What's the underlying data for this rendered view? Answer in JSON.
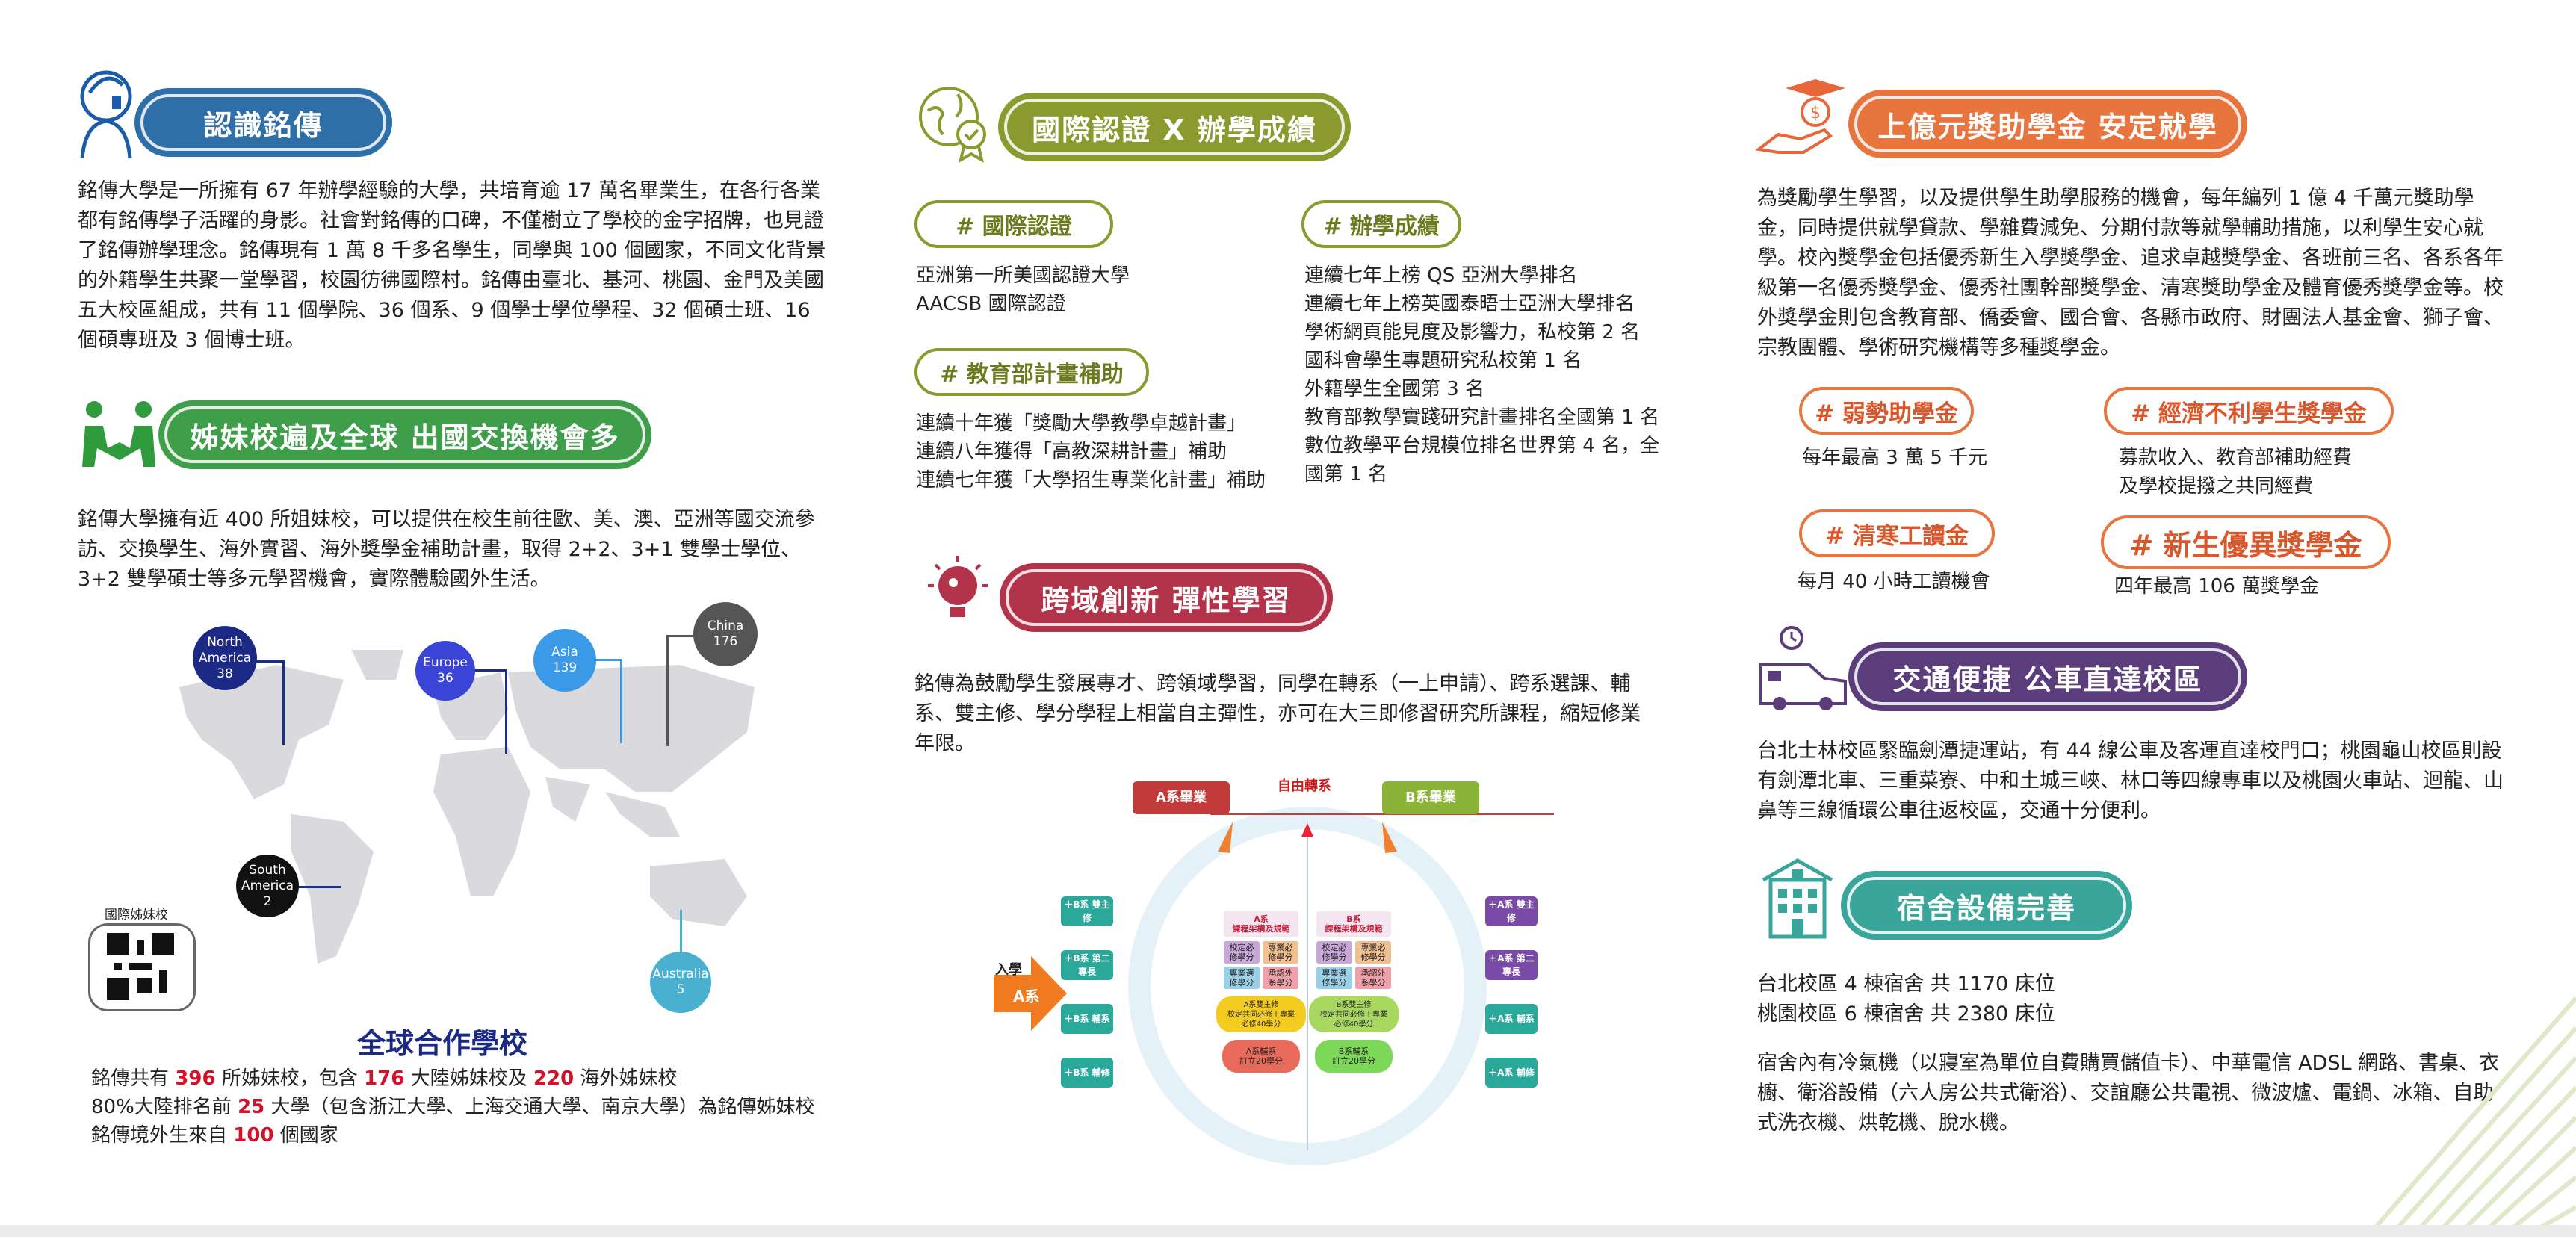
{
  "col1": {
    "about": {
      "title": "認識銘傳",
      "text": "銘傳大學是一所擁有 67 年辦學經驗的大學，共培育逾 17 萬名畢業生，在各行各業都有銘傳學子活躍的身影。社會對銘傳的口碑，不僅樹立了學校的金字招牌，也見證了銘傳辦學理念。銘傳現有 1 萬 8 千多名學生，同學與 100 個國家，不同文化背景的外籍學生共聚一堂學習，校園彷彿國際村。銘傳由臺北、基河、桃園、金門及美國五大校區組成，共有 11 個學院、36 個系、9 個學士學位學程、32 個碩士班、16 個碩專班及 3 個博士班。"
    },
    "sister": {
      "title": "姊妹校遍及全球  出國交換機會多",
      "text": "銘傳大學擁有近 400 所姐妹校，可以提供在校生前往歐、美、澳、亞洲等國交流參訪、交換學生、海外實習、海外獎學金補助計畫，取得 2+2、3+1 雙學士學位、3+2 雙學碩士等多元學習機會，實際體驗國外生活。"
    },
    "map": {
      "regions": [
        {
          "name": "North America",
          "count": "38",
          "color": "#1c2a86"
        },
        {
          "name": "Europe",
          "count": "36",
          "color": "#3a44d6"
        },
        {
          "name": "Asia",
          "count": "139",
          "color": "#3b9ae8"
        },
        {
          "name": "China",
          "count": "176",
          "color": "#555555"
        },
        {
          "name": "South America",
          "count": "2",
          "color": "#111111"
        },
        {
          "name": "Australia",
          "count": "5",
          "color": "#4ab0d0"
        }
      ],
      "qr_label": "國際姊妹校"
    },
    "partners": {
      "title": "全球合作學校",
      "line1": {
        "a": "銘傳共有 ",
        "n1": "396",
        "b": " 所姊妹校，包含 ",
        "n2": "176",
        "c": " 大陸姊妹校及 ",
        "n3": "220",
        "d": " 海外姊妹校"
      },
      "line2": {
        "a": "80%大陸排名前 ",
        "n1": "25",
        "b": " 大學（包含浙江大學、上海交通大學、南京大學）為銘傳姊妹校"
      },
      "line3": {
        "a": "銘傳境外生來自 ",
        "n1": "100",
        "b": " 個國家"
      }
    }
  },
  "col2": {
    "intl": {
      "title": "國際認證 X 辦學成績",
      "accred": {
        "tag": "# 國際認證",
        "lines": [
          "亞洲第一所美國認證大學",
          "AACSB 國際認證"
        ]
      },
      "moe": {
        "tag": "# 教育部計畫補助",
        "lines": [
          "連續十年獲「獎勵大學教學卓越計畫」",
          "連續八年獲得「高教深耕計畫」補助",
          "連續七年獲「大學招生專業化計畫」補助"
        ]
      },
      "results": {
        "tag": "# 辦學成績",
        "lines": [
          "連續七年上榜 QS 亞洲大學排名",
          "連續七年上榜英國泰晤士亞洲大學排名",
          "學術網頁能見度及影響力，私校第 2 名",
          "國科會學生專題研究私校第 1 名",
          "外籍學生全國第 3 名",
          "教育部教學實踐研究計畫排名全國第 1 名",
          "數位教學平台規模位排名世界第 4 名，全國第 1 名"
        ]
      }
    },
    "cross": {
      "title": "跨域創新  彈性學習",
      "text": "銘傳為鼓勵學生發展專才、跨領域學習，同學在轉系（一上申請）、跨系選課、輔系、雙主修、學分學程上相當自主彈性，亦可在大三即修習研究所課程，縮短修業年限。"
    },
    "diagram": {
      "a_grad": "A系畢業",
      "free": "自由轉系",
      "b_grad": "B系畢業",
      "enter": "入學",
      "a_dept": "A系",
      "a_frame": "A系\n課程架構及規範",
      "b_frame": "B系\n課程架構及規範",
      "cells": [
        "校定必\n修學分",
        "專業必\n修學分",
        "專業選\n修學分",
        "承認外\n系學分"
      ],
      "a_double": "A系雙主修\n校定共同必修＋專業\n必修40學分",
      "a_minor": "A系輔系\n訂立20學分",
      "b_double": "B系雙主修\n校定共同必修＋專業\n必修40學分",
      "b_minor": "B系輔系\n訂立20學分",
      "left": [
        "＋B系\n雙主修",
        "＋B系\n第二專長",
        "＋B系\n輔系",
        "＋B系\n輔修"
      ],
      "right": [
        "＋A系\n雙主修",
        "＋A系\n第二專長",
        "＋A系\n輔系",
        "＋A系\n輔修"
      ]
    }
  },
  "col3": {
    "scholar": {
      "title": "上億元獎助學金  安定就學",
      "text": "為獎勵學生學習，以及提供學生助學服務的機會，每年編列 1 億 4 千萬元獎助學金，同時提供就學貸款、學雜費減免、分期付款等就學輔助措施，以利學生安心就學。校內獎學金包括優秀新生入學獎學金、追求卓越獎學金、各班前三名、各系各年級第一名優秀獎學金、優秀社團幹部獎學金、清寒獎助學金及體育優秀獎學金等。校外獎學金則包含教育部、僑委會、國合會、各縣市政府、財團法人基金會、獅子會、宗教團體、學術研究機構等多種獎學金。",
      "items": [
        {
          "tag": "# 弱勢助學金",
          "desc": "每年最高 3 萬 5 千元"
        },
        {
          "tag": "# 經濟不利學生獎學金",
          "desc": "募款收入、教育部補助經費\n及學校提撥之共同經費"
        },
        {
          "tag": "# 清寒工讀金",
          "desc": "每月 40 小時工讀機會"
        },
        {
          "tag": "# 新生優異獎學金",
          "desc": "四年最高 106 萬獎學金"
        }
      ]
    },
    "transport": {
      "title": "交通便捷  公車直達校區",
      "text": "台北士林校區緊臨劍潭捷運站，有 44 線公車及客運直達校門口；桃園龜山校區則設有劍潭北車、三重菜寮、中和土城三峽、林口等四線專車以及桃園火車站、迴龍、山鼻等三線循環公車往返校區，交通十分便利。"
    },
    "dorm": {
      "title": "宿舍設備完善",
      "line1": "台北校區 4 棟宿舍 共 1170 床位",
      "line2": "桃園校區 6 棟宿舍 共 2380 床位",
      "text": "宿舍內有冷氣機（以寢室為單位自費購買儲值卡）、中華電信 ADSL 網路、書桌、衣櫥、衛浴設備（六人房公共式衛浴）、交誼廳公共電視、微波爐、電鍋、冰箱、自助式洗衣機、烘乾機、脫水機。"
    }
  }
}
